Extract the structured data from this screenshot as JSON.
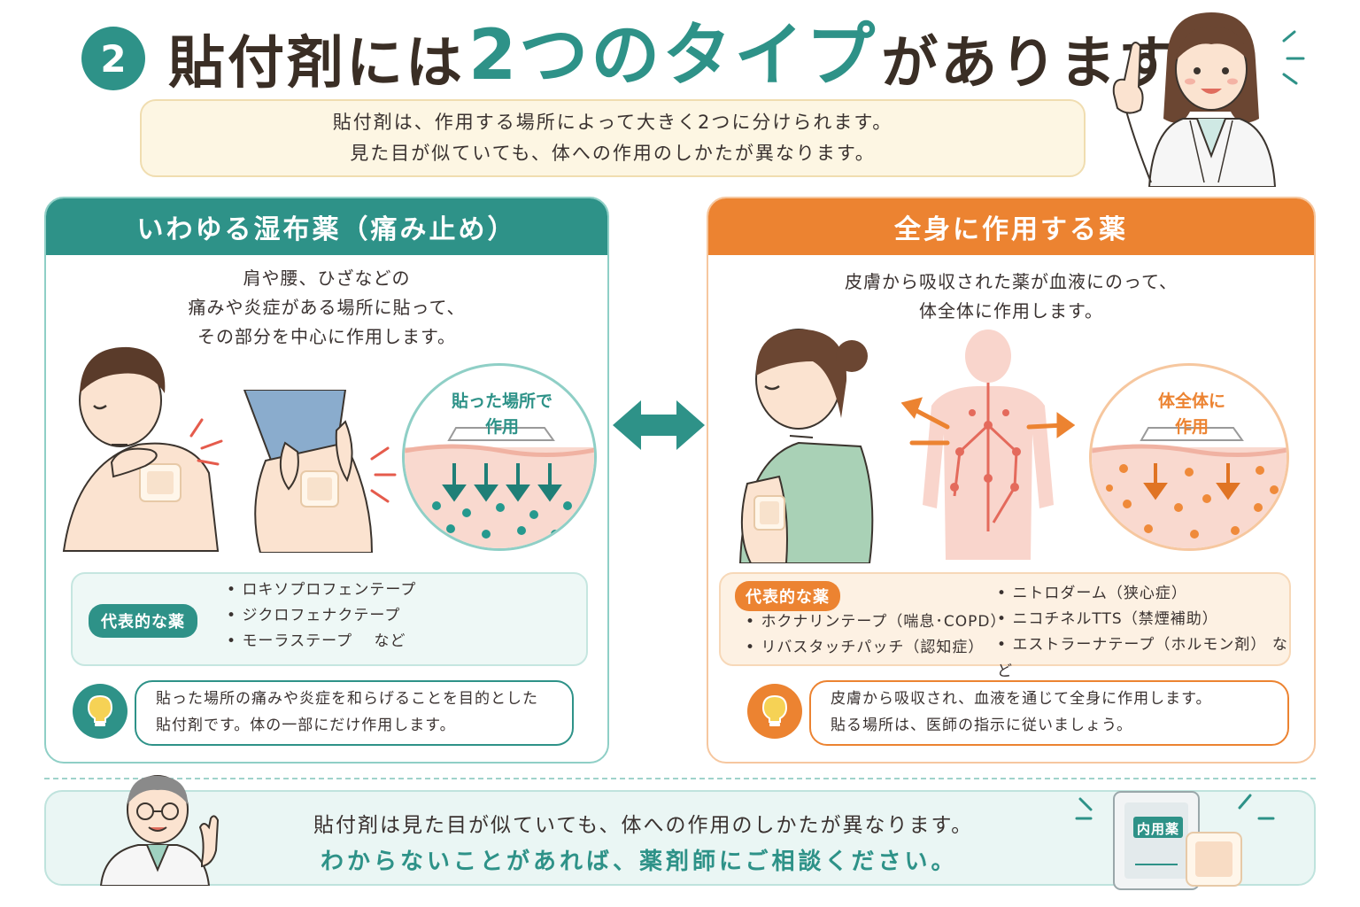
{
  "header": {
    "step": "2",
    "title_pre": "貼付剤には",
    "title_accent": "2つのタイプ",
    "title_post": "があります",
    "intro_line1": "貼付剤は、作用する場所によって大きく2つに分けられます。",
    "intro_line2": "見た目が似ていても、体への作用のしかたが異なります。"
  },
  "left": {
    "heading": "いわゆる湿布薬（痛み止め）",
    "desc_line1": "肩や腰、ひざなどの",
    "desc_line2": "痛みや炎症がある場所に貼って、",
    "desc_line3": "その部分を中心に作用します。",
    "circle_label_line1": "貼った場所で",
    "circle_label_line2": "作用",
    "drug_tag": "代表的な薬",
    "drugs": [
      "ロキソプロフェンテープ",
      "ジクロフェナクテープ",
      "モーラステープ　 など"
    ],
    "tip_line1": "貼った場所の痛みや炎症を和らげることを目的とした",
    "tip_line2": "貼付剤です。体の一部にだけ作用します。"
  },
  "right": {
    "heading": "全身に作用する薬",
    "desc_line1": "皮膚から吸収された薬が血液にのって、",
    "desc_line2": "体全体に作用します。",
    "circle_label_line1": "体全体に",
    "circle_label_line2": "作用",
    "drug_tag": "代表的な薬",
    "drugs_col1": [
      "ホクナリンテープ（喘息･COPD）",
      "リバスタッチパッチ（認知症）"
    ],
    "drugs_col2": [
      "ニトロダーム（狭心症）",
      "ニコチネルTTS（禁煙補助）",
      "エストラーナテープ（ホルモン剤） など"
    ],
    "tip_line1": "皮膚から吸収され、血液を通じて全身に作用します。",
    "tip_line2": "貼る場所は、医師の指示に従いましょう。"
  },
  "footer": {
    "line1": "貼付剤は見た目が似ていても、体への作用のしかたが異なります。",
    "line2": "わからないことがあれば、薬剤師にご相談ください。",
    "package_label": "内用薬"
  },
  "colors": {
    "teal": "#2e9288",
    "orange": "#ec8331",
    "cream": "#fdf6e3",
    "skin": "#f6dcc6"
  },
  "icons": [
    "pharmacist-woman-pointing",
    "man-shoulder-patch",
    "knee-patch",
    "skin-crosssection-local",
    "double-arrow-icon",
    "woman-arm-patch",
    "body-bloodstream",
    "skin-crosssection-systemic",
    "lightbulb-icon",
    "pharmacist-man-waving",
    "medicine-package-icon"
  ]
}
